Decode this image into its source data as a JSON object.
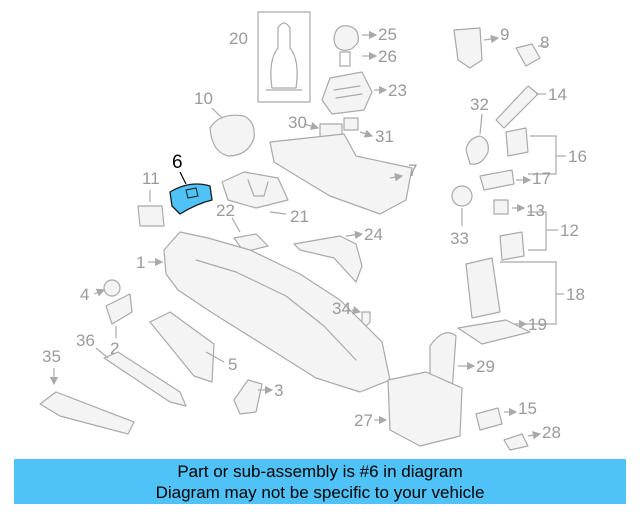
{
  "diagram": {
    "callouts": {
      "c1": "1",
      "c2": "2",
      "c3": "3",
      "c4": "4",
      "c5": "5",
      "c6": "6",
      "c7": "7",
      "c8": "8",
      "c9": "9",
      "c10": "10",
      "c11": "11",
      "c12": "12",
      "c13": "13",
      "c14": "14",
      "c15": "15",
      "c16": "16",
      "c17": "17",
      "c18": "18",
      "c19": "19",
      "c20": "20",
      "c21": "21",
      "c22": "22",
      "c23": "23",
      "c24": "24",
      "c25": "25",
      "c26": "26",
      "c27": "27",
      "c28": "28",
      "c29": "29",
      "c30": "30",
      "c31": "31",
      "c32": "32",
      "c33": "33",
      "c34": "34",
      "c35": "35",
      "c36": "36"
    },
    "highlighted_part": "6",
    "highlight_color": "#4fc3f7",
    "line_color": "#a9a9a9"
  },
  "caption": {
    "line1": "Part or sub-assembly is #6 in diagram",
    "line2": "Diagram may not be specific to your vehicle",
    "background": "#4fc3f7"
  }
}
